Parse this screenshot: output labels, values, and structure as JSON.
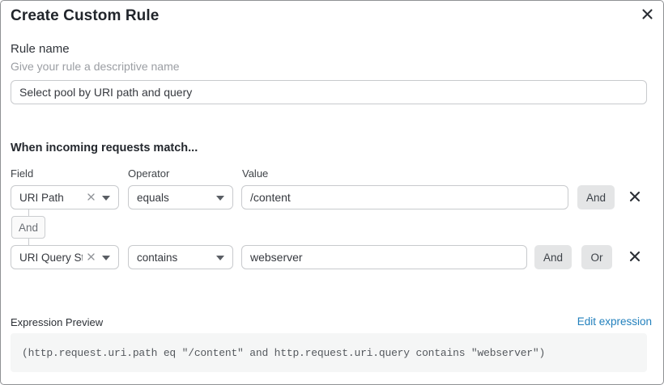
{
  "dialog": {
    "title": "Create Custom Rule"
  },
  "rule_name": {
    "label": "Rule name",
    "helper": "Give your rule a descriptive name",
    "value": "Select pool by URI path and query"
  },
  "match": {
    "heading": "When incoming requests match...",
    "columns": {
      "field": "Field",
      "operator": "Operator",
      "value": "Value"
    },
    "rows": [
      {
        "field": "URI Path",
        "operator": "equals",
        "value": "/content",
        "buttons": [
          "And"
        ]
      },
      {
        "field": "URI Query St...",
        "operator": "contains",
        "value": "webserver",
        "buttons": [
          "And",
          "Or"
        ]
      }
    ],
    "connector_label": "And"
  },
  "expression": {
    "label": "Expression Preview",
    "edit_link": "Edit expression",
    "code": "(http.request.uri.path eq \"/content\" and http.request.uri.query contains \"webserver\")"
  },
  "colors": {
    "link_blue": "#2280bd",
    "button_gray": "#e4e5e6",
    "border_gray": "#c8cacd",
    "code_bg": "#f5f6f6"
  }
}
